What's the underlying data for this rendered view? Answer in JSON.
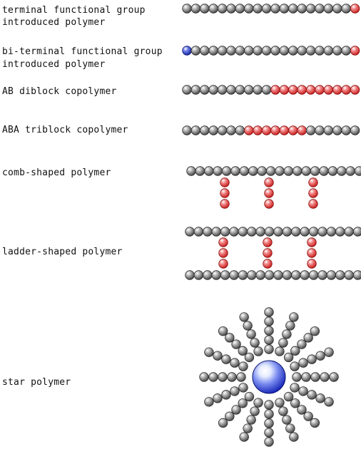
{
  "diagram": {
    "labels": [
      "terminal functional group introduced polymer",
      "bi-terminal functional group introduced polymer",
      "AB diblock copolymer",
      "ABA triblock copolymer",
      "comb-shaped polymer",
      "ladder-shaped polymer",
      "star polymer"
    ],
    "label_lines": {
      "terminal_1": "terminal functional group",
      "terminal_2": "introduced polymer",
      "biterminal_1": "bi-terminal functional group",
      "biterminal_2": "introduced polymer",
      "diblock": "AB diblock copolymer",
      "triblock": "ABA triblock copolymer",
      "comb": "comb-shaped polymer",
      "ladder": "ladder-shaped polymer",
      "star": "star polymer"
    },
    "colors": {
      "gray_monomer": "#6f6f6f",
      "red_monomer": "#e03a3a",
      "blue_monomer": "#2233cc",
      "core": "#2f3fd6"
    }
  }
}
